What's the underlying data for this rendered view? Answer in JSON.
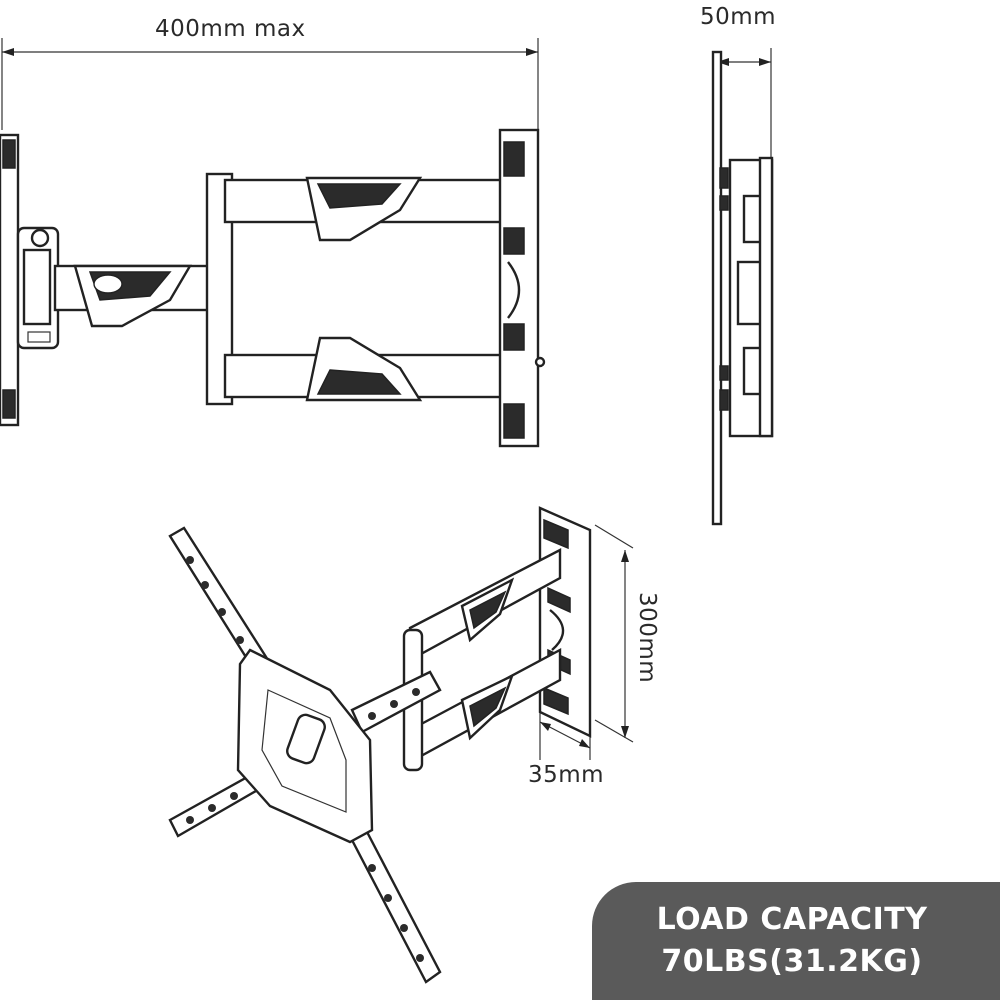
{
  "dimensions": {
    "width_max": "400mm  max",
    "depth_min": "50mm",
    "height": "300mm",
    "plate_depth": "35mm"
  },
  "badge": {
    "line1": "LOAD CAPACITY",
    "line2": "70LBS(31.2KG)"
  },
  "colors": {
    "badge_background": "#5a5a5a",
    "line": "#222222",
    "fill_dark": "#2b2b2b"
  }
}
